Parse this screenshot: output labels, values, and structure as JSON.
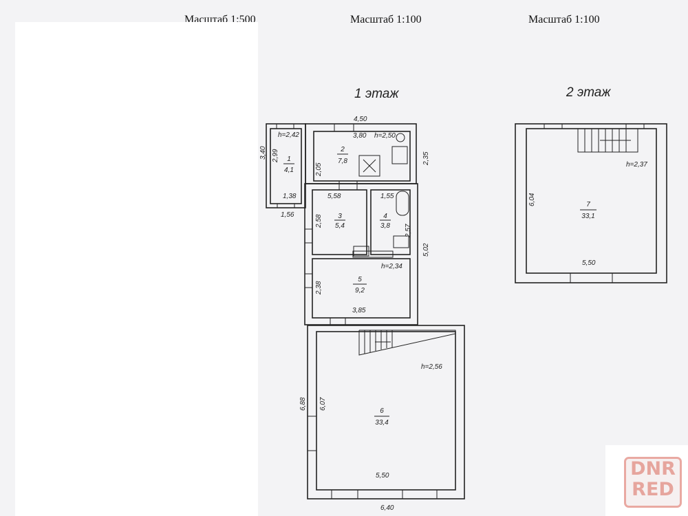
{
  "header": {
    "scale_left": "Масштаб 1:500",
    "scale_center": "Масштаб 1:100",
    "scale_right": "Масштаб 1:100"
  },
  "floor1": {
    "title": "1 этаж",
    "dimensions": {
      "top_width": "4,50",
      "left_340": "3,40",
      "r1_height": "2,99",
      "r1_width": "1,38",
      "r1_outer": "1,56",
      "r2_width": "3,80",
      "r2_height": "2,05",
      "right_235": "2,35",
      "r3_width": "5,58",
      "r4_width": "1,55",
      "r3_height": "2,58",
      "r4_height": "2,57",
      "right_502": "5,02",
      "r5_height": "2,38",
      "r5_width": "3,85",
      "r6_outer_height": "6,88",
      "r6_height": "6,07",
      "r6_width": "5,50",
      "r6_outer_width": "6,40"
    },
    "heights": {
      "r1": "h=2,42",
      "r2": "h=2,50",
      "r5": "h=2,34",
      "r6": "h=2,56"
    },
    "rooms": [
      {
        "number": "1",
        "area": "4,1"
      },
      {
        "number": "2",
        "area": "7,8"
      },
      {
        "number": "3",
        "area": "5,4"
      },
      {
        "number": "4",
        "area": "3,8"
      },
      {
        "number": "5",
        "area": "9,2"
      },
      {
        "number": "6",
        "area": "33,4"
      }
    ]
  },
  "floor2": {
    "title": "2 этаж",
    "height": "h=2,37",
    "dimensions": {
      "height": "6,04",
      "width": "5,50"
    },
    "rooms": [
      {
        "number": "7",
        "area": "33,1"
      }
    ]
  },
  "watermark": {
    "line1": "DNR",
    "line2": "RED"
  }
}
